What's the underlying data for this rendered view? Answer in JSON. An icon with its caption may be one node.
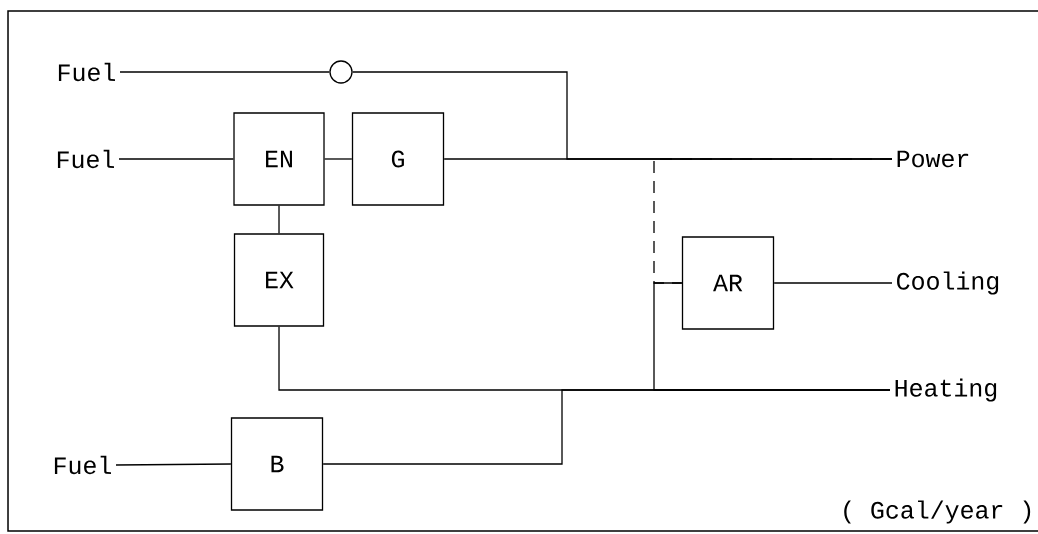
{
  "diagram": {
    "nodes": [
      {
        "text": [
          "Fuel"
        ]
      },
      {
        "text": [],
        "shape": "circle"
      },
      {
        "text": [
          "Fuel"
        ]
      },
      {
        "text": [
          "EN"
        ]
      },
      {
        "text": [
          "G"
        ]
      },
      {
        "text": [
          "EX"
        ]
      },
      {
        "text": [
          "AR"
        ]
      },
      {
        "text": [
          "Power"
        ]
      },
      {
        "text": [
          "Cooling"
        ]
      },
      {
        "text": [
          "Heating"
        ]
      },
      {
        "text": [
          "Fuel"
        ]
      },
      {
        "text": [
          "B"
        ]
      }
    ],
    "edges": [
      {
        "from": 0,
        "to": 1,
        "arrow": "none"
      },
      {
        "from": 1,
        "to": 7,
        "arrow": "none"
      },
      {
        "from": 2,
        "to": 3,
        "arrow": "none"
      },
      {
        "from": 3,
        "to": 4,
        "arrow": "none"
      },
      {
        "from": 4,
        "to": 7,
        "arrow": "none"
      },
      {
        "from": 3,
        "to": 5,
        "arrow": "none"
      },
      {
        "from": 7,
        "to": 6,
        "arrow": "none",
        "style": "dashed"
      },
      {
        "from": 9,
        "to": 6,
        "arrow": "none"
      },
      {
        "from": 6,
        "to": 8,
        "arrow": "none"
      },
      {
        "from": 5,
        "to": 9,
        "arrow": "none"
      },
      {
        "from": 10,
        "to": 11,
        "arrow": "none"
      },
      {
        "from": 11,
        "to": 9,
        "arrow": "none"
      }
    ],
    "labels": [
      "( Gcal/year )"
    ]
  }
}
